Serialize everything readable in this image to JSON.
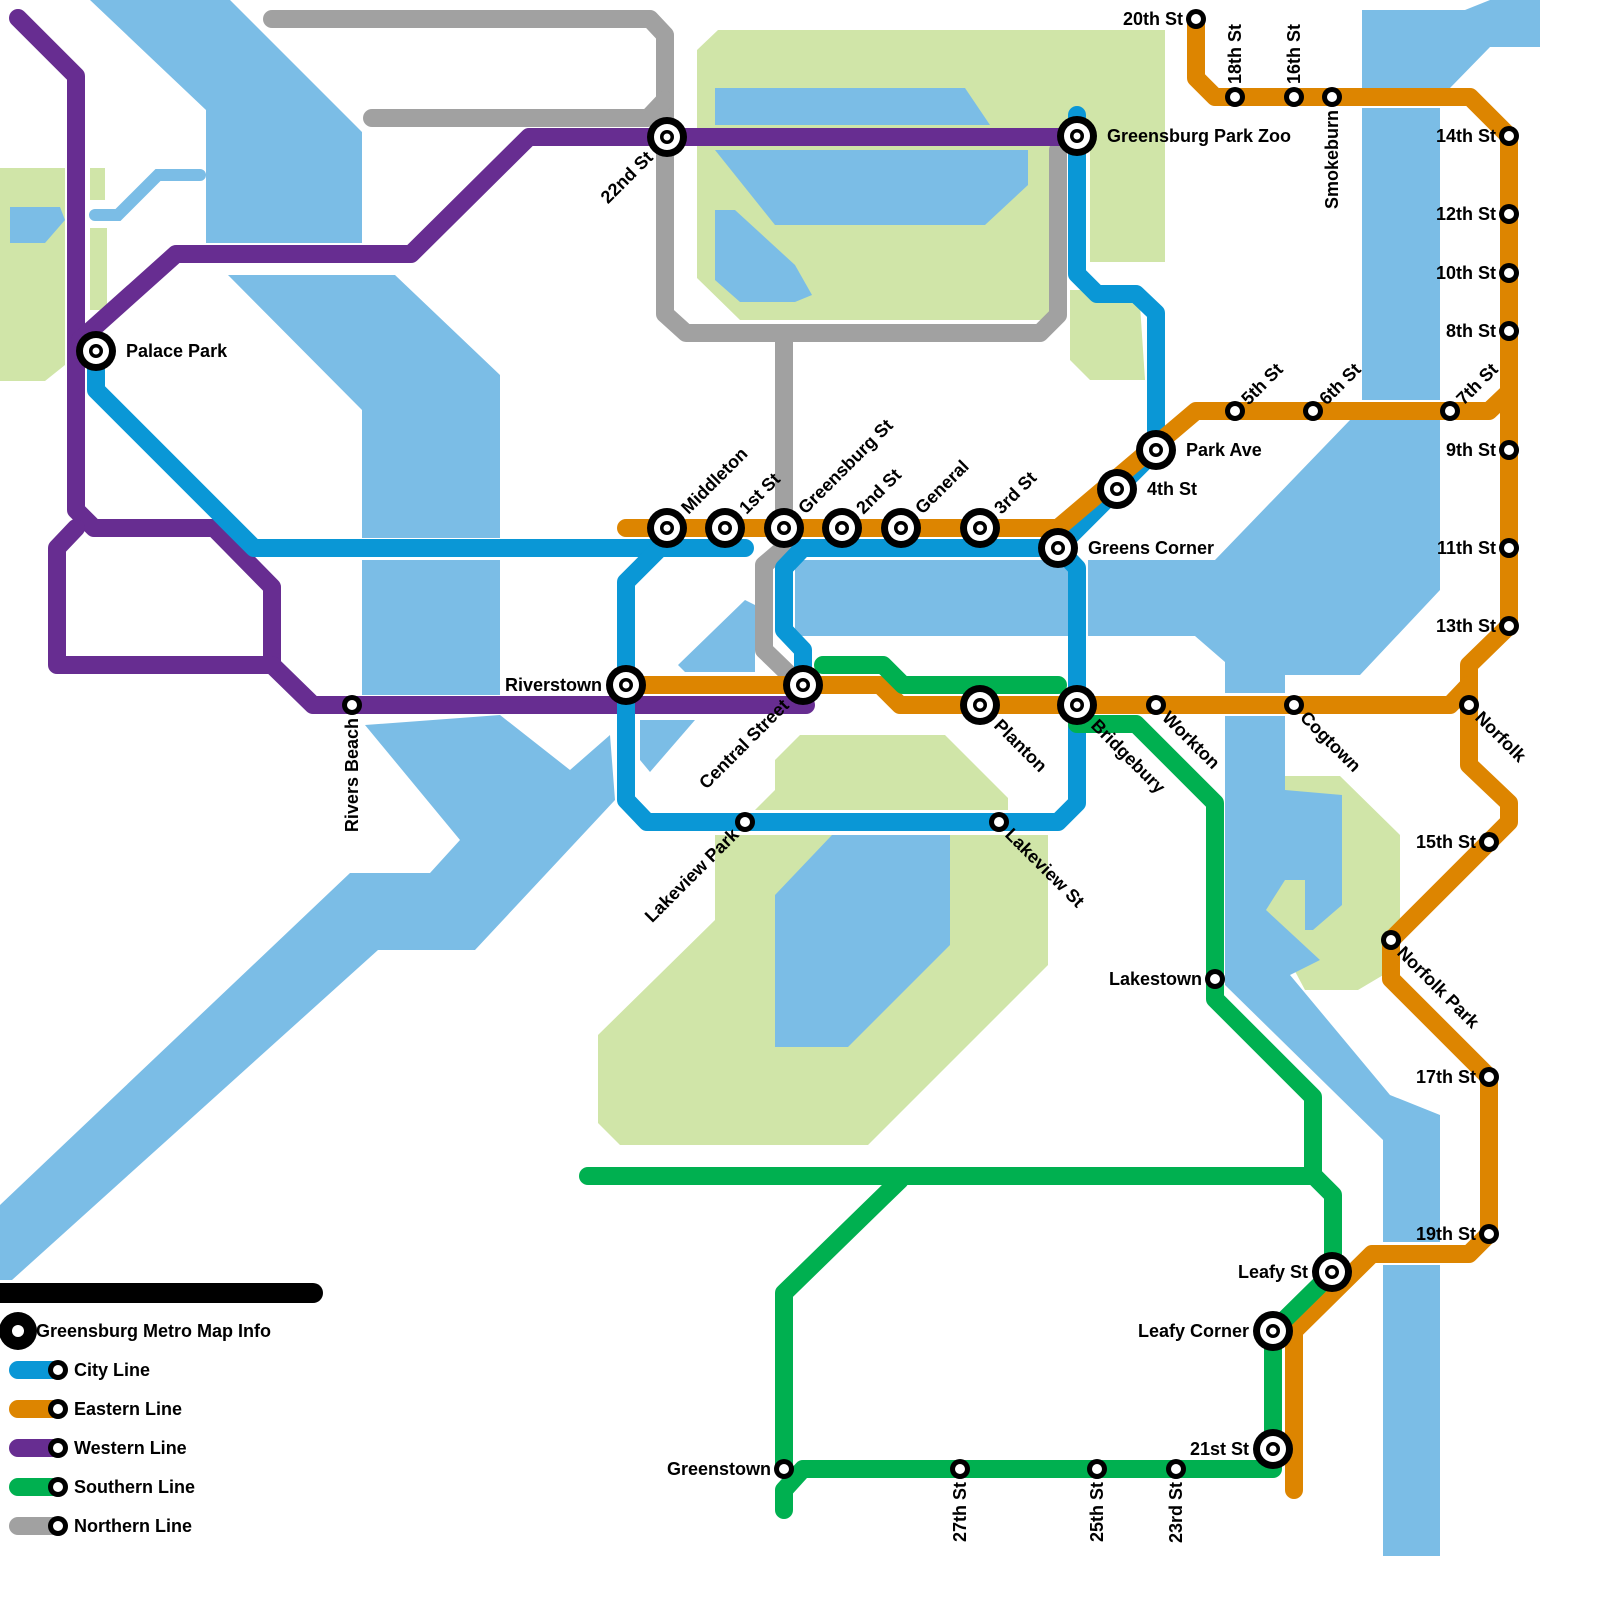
{
  "title": "Greensburg Metro Map Info",
  "colors": {
    "water": "#7bbde6",
    "park": "#d0e5a8",
    "city": "#0a97d6",
    "eastern": "#dd8500",
    "western": "#672d91",
    "southern": "#00b050",
    "northern": "#a1a1a1"
  },
  "legend": [
    {
      "label": "City Line",
      "color_key": "city"
    },
    {
      "label": "Eastern Line",
      "color_key": "eastern"
    },
    {
      "label": "Western Line",
      "color_key": "western"
    },
    {
      "label": "Southern Line",
      "color_key": "southern"
    },
    {
      "label": "Northern Line",
      "color_key": "northern"
    }
  ],
  "stations": [
    {
      "name": "22nd St",
      "interchange": true
    },
    {
      "name": "Greensburg Park Zoo",
      "interchange": true
    },
    {
      "name": "Palace Park",
      "interchange": true
    },
    {
      "name": "Middleton",
      "interchange": true
    },
    {
      "name": "1st St",
      "interchange": true
    },
    {
      "name": "Greensburg St",
      "interchange": true
    },
    {
      "name": "2nd St",
      "interchange": true
    },
    {
      "name": "General",
      "interchange": true
    },
    {
      "name": "3rd St",
      "interchange": true
    },
    {
      "name": "Park Ave",
      "interchange": true
    },
    {
      "name": "4th St",
      "interchange": true
    },
    {
      "name": "Greens Corner",
      "interchange": true
    },
    {
      "name": "Riverstown",
      "interchange": true
    },
    {
      "name": "Central Street",
      "interchange": true
    },
    {
      "name": "Planton",
      "interchange": true
    },
    {
      "name": "Bridgebury",
      "interchange": true
    },
    {
      "name": "Leafy St",
      "interchange": true
    },
    {
      "name": "Leafy Corner",
      "interchange": true
    },
    {
      "name": "21st St",
      "interchange": true
    },
    {
      "name": "20th St",
      "interchange": false
    },
    {
      "name": "18th St",
      "interchange": false
    },
    {
      "name": "16th St",
      "interchange": false
    },
    {
      "name": "Smokeburn",
      "interchange": false
    },
    {
      "name": "14th St",
      "interchange": false
    },
    {
      "name": "12th St",
      "interchange": false
    },
    {
      "name": "10th St",
      "interchange": false
    },
    {
      "name": "8th St",
      "interchange": false
    },
    {
      "name": "9th St",
      "interchange": false
    },
    {
      "name": "11th St",
      "interchange": false
    },
    {
      "name": "13th St",
      "interchange": false
    },
    {
      "name": "5th St",
      "interchange": false
    },
    {
      "name": "6th St",
      "interchange": false
    },
    {
      "name": "7th St",
      "interchange": false
    },
    {
      "name": "Workton",
      "interchange": false
    },
    {
      "name": "Cogtown",
      "interchange": false
    },
    {
      "name": "Norfolk",
      "interchange": false
    },
    {
      "name": "15th St",
      "interchange": false
    },
    {
      "name": "Norfolk Park",
      "interchange": false
    },
    {
      "name": "17th St",
      "interchange": false
    },
    {
      "name": "19th St",
      "interchange": false
    },
    {
      "name": "Lakestown",
      "interchange": false
    },
    {
      "name": "Rivers Beach",
      "interchange": false
    },
    {
      "name": "Lakeview Park",
      "interchange": false
    },
    {
      "name": "Lakeview St",
      "interchange": false
    },
    {
      "name": "Greenstown",
      "interchange": false
    },
    {
      "name": "27th St",
      "interchange": false
    },
    {
      "name": "25th St",
      "interchange": false
    },
    {
      "name": "23rd St",
      "interchange": false
    }
  ]
}
